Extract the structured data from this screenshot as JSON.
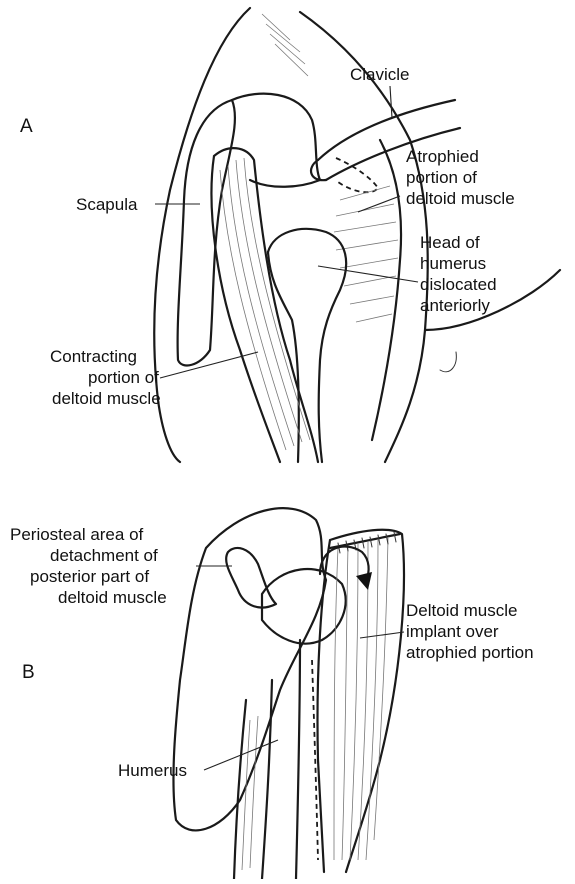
{
  "panels": [
    {
      "letter": "A",
      "labels": {
        "clavicle": "Clavicle",
        "scapula": "Scapula",
        "atrophied": [
          "Atrophied",
          "portion of",
          "deltoid muscle"
        ],
        "head": [
          "Head of",
          "humerus",
          "dislocated",
          "anteriorly"
        ],
        "contracting": [
          "Contracting",
          "portion of",
          "deltoid muscle"
        ]
      }
    },
    {
      "letter": "B",
      "labels": {
        "periosteal": [
          "Periosteal area of",
          "detachment of",
          "posterior part of",
          "deltoid muscle"
        ],
        "implant": [
          "Deltoid muscle",
          "implant over",
          "atrophied portion"
        ],
        "humerus": "Humerus"
      }
    }
  ]
}
